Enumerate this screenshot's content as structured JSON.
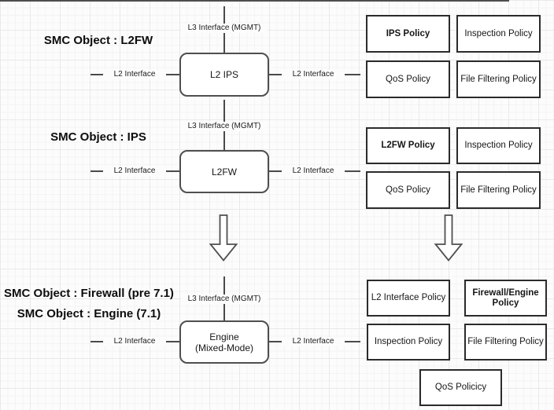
{
  "colors": {
    "line": "#4a4a4a",
    "node_border": "#4f4f4f",
    "policy_border": "#2b2b2b",
    "background": "#fcfcfc"
  },
  "sections": [
    {
      "title": "SMC Object : L2FW",
      "node": "L2 IPS",
      "mgmt": "L3 Interface (MGMT)",
      "left": "L2 Interface",
      "right": "L2 Interface",
      "policies": [
        "IPS Policy",
        "Inspection Policy",
        "QoS Policy",
        "File Filtering Policy"
      ]
    },
    {
      "title": "SMC Object : IPS",
      "node": "L2FW",
      "mgmt": "L3 Interface (MGMT)",
      "left": "L2 Interface",
      "right": "L2 Interface",
      "policies": [
        "L2FW Policy",
        "Inspection Policy",
        "QoS Policy",
        "File Filtering Policy"
      ]
    },
    {
      "title1": "SMC Object : Firewall (pre 7.1)",
      "title2": "SMC Object : Engine (7.1)",
      "node": "Engine\n(Mixed-Mode)",
      "mgmt": "L3 Interface (MGMT)",
      "left": "L2 Interface",
      "right": "L2 Interface",
      "policies": [
        "L2 Interface Policy",
        "Firewall/Engine Policy",
        "Inspection Policy",
        "File Filtering Policy",
        "QoS Policicy"
      ]
    }
  ]
}
